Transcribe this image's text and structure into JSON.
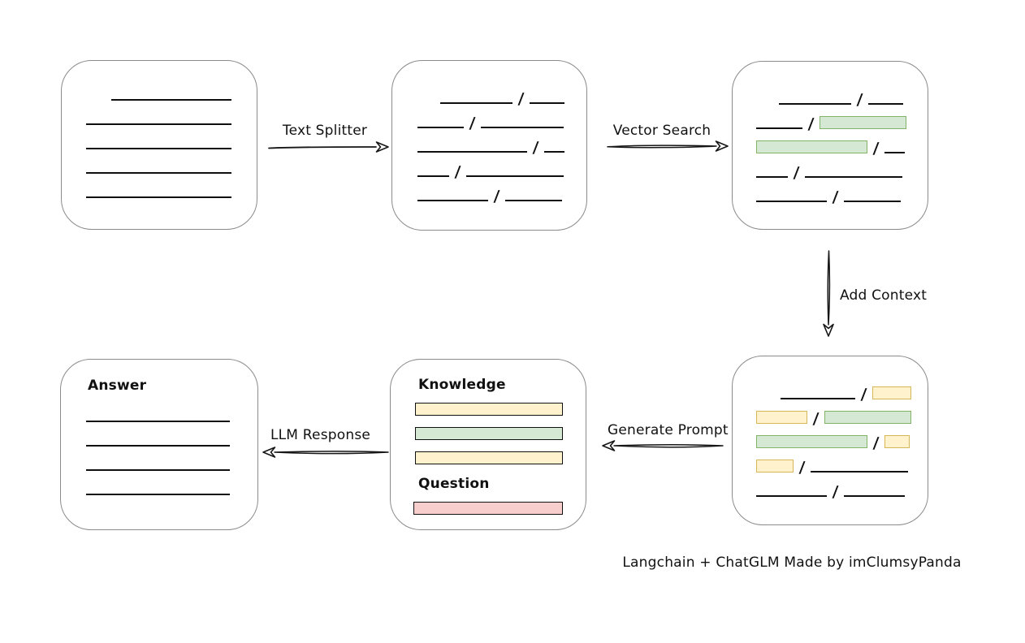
{
  "caption": "Langchain + ChatGLM Made by imClumsyPanda",
  "colors": {
    "box_border": "#8a8a8a",
    "line_stroke": "#0f0f0f",
    "arrow_stroke": "#161616",
    "green_fill": "#d5e8d4",
    "green_border": "#82b366",
    "yellow_fill": "#fff2cc",
    "yellow_border": "#d6b656",
    "red_fill": "#f8cecc",
    "red_border": "#b85450"
  },
  "arrows": {
    "text_splitter": {
      "label": "Text Splitter",
      "direction": "right"
    },
    "vector_search": {
      "label": "Vector Search",
      "direction": "right"
    },
    "add_context": {
      "label": "Add Context",
      "direction": "down"
    },
    "generate_prompt": {
      "label": "Generate Prompt",
      "direction": "left"
    },
    "llm_response": {
      "label": "LLM Response",
      "direction": "left"
    }
  },
  "boxes": {
    "document": {
      "rows": [
        [
          {
            "t": "gap",
            "w": 31
          },
          {
            "t": "line",
            "w": 148
          }
        ],
        [
          {
            "t": "line",
            "w": 179
          }
        ],
        [
          {
            "t": "line",
            "w": 179
          }
        ],
        [
          {
            "t": "line",
            "w": 179
          }
        ],
        [
          {
            "t": "line",
            "w": 179
          }
        ]
      ]
    },
    "chunks": {
      "rows": [
        [
          {
            "t": "gap",
            "w": 28
          },
          {
            "t": "line",
            "w": 89
          },
          {
            "t": "slash"
          },
          {
            "t": "line",
            "w": 43
          }
        ],
        [
          {
            "t": "line",
            "w": 57
          },
          {
            "t": "slash"
          },
          {
            "t": "line",
            "w": 102
          }
        ],
        [
          {
            "t": "line",
            "w": 135
          },
          {
            "t": "slash"
          },
          {
            "t": "line",
            "w": 25
          }
        ],
        [
          {
            "t": "line",
            "w": 39
          },
          {
            "t": "slash"
          },
          {
            "t": "line",
            "w": 120
          }
        ],
        [
          {
            "t": "line",
            "w": 87
          },
          {
            "t": "slash"
          },
          {
            "t": "line",
            "w": 70
          }
        ]
      ]
    },
    "vector_results": {
      "rows": [
        [
          {
            "t": "gap",
            "w": 28
          },
          {
            "t": "line",
            "w": 89
          },
          {
            "t": "slash"
          },
          {
            "t": "line",
            "w": 43
          }
        ],
        [
          {
            "t": "line",
            "w": 57
          },
          {
            "t": "slash"
          },
          {
            "t": "bar",
            "c": "green",
            "w": 107
          }
        ],
        [
          {
            "t": "bar",
            "c": "green",
            "w": 137
          },
          {
            "t": "slash"
          },
          {
            "t": "line",
            "w": 25
          }
        ],
        [
          {
            "t": "line",
            "w": 39
          },
          {
            "t": "slash"
          },
          {
            "t": "line",
            "w": 120
          }
        ],
        [
          {
            "t": "line",
            "w": 87
          },
          {
            "t": "slash"
          },
          {
            "t": "line",
            "w": 70
          }
        ]
      ]
    },
    "context_results": {
      "rows": [
        [
          {
            "t": "gap",
            "w": 30
          },
          {
            "t": "line",
            "w": 92
          },
          {
            "t": "slash"
          },
          {
            "t": "bar",
            "c": "yellow",
            "w": 48
          }
        ],
        [
          {
            "t": "bar",
            "c": "yellow",
            "w": 63
          },
          {
            "t": "slash"
          },
          {
            "t": "bar",
            "c": "green",
            "w": 107
          }
        ],
        [
          {
            "t": "bar",
            "c": "green",
            "w": 137
          },
          {
            "t": "slash"
          },
          {
            "t": "bar",
            "c": "yellow",
            "w": 31
          }
        ],
        [
          {
            "t": "bar",
            "c": "yellow",
            "w": 46
          },
          {
            "t": "slash"
          },
          {
            "t": "line",
            "w": 120
          }
        ],
        [
          {
            "t": "line",
            "w": 87
          },
          {
            "t": "slash"
          },
          {
            "t": "line",
            "w": 75
          }
        ]
      ]
    },
    "prompt": {
      "knowledge_label": "Knowledge",
      "question_label": "Question",
      "knowledge_bars": [
        "yellow",
        "green",
        "yellow"
      ],
      "question_bars": [
        "red"
      ]
    },
    "answer": {
      "label": "Answer",
      "line_count": 4
    }
  }
}
